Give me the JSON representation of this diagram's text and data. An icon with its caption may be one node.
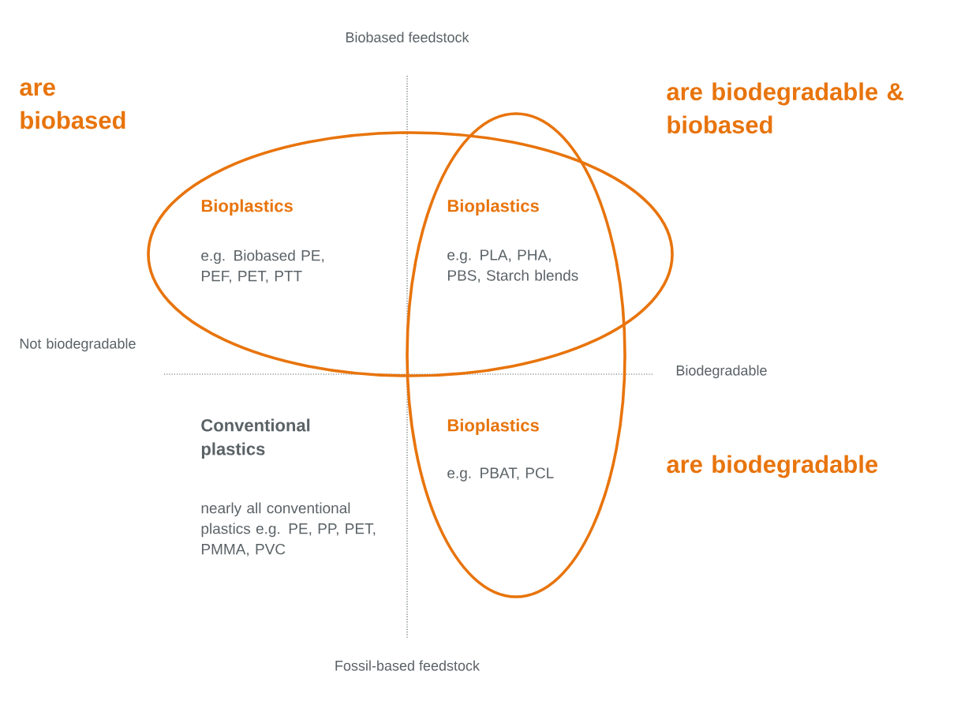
{
  "diagram": {
    "nodes": [
      {
        "text": [
          "Bioplastics",
          "e.g. Biobased PE, PEF, PET, PTT"
        ]
      },
      {
        "text": [
          "Bioplastics",
          "e.g. PBAT, PCL"
        ]
      }
    ],
    "labels": [
      "Biobased feedstock",
      "are biobased",
      "are biodegradable & biobased",
      "Bioplastics",
      "e.g. PLA, PHA, PBS, Starch blends",
      "Not biodegradable",
      "Biodegradable",
      "Conventional plastics",
      "nearly all conventional plastics e.g. PE, PP, PET, PMMA, PVC",
      "are biodegradable",
      "Fossil-based feedstock"
    ]
  }
}
